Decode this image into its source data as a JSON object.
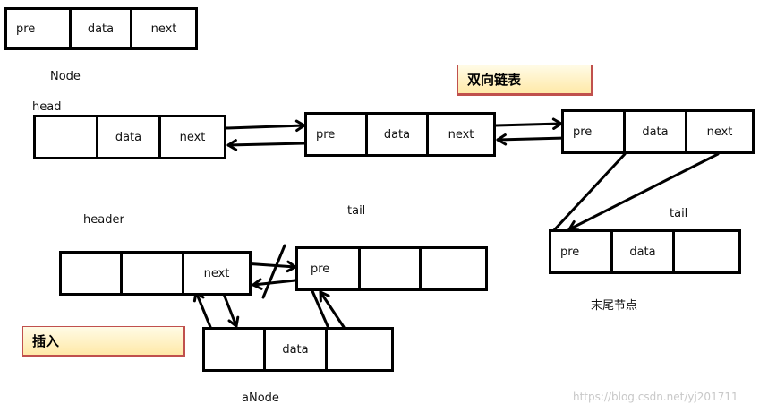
{
  "nodes": {
    "legend": {
      "title": "Node",
      "cells": [
        "pre",
        "data",
        "next"
      ]
    },
    "head": {
      "title": "head",
      "cells": [
        "",
        "data",
        "next"
      ]
    },
    "middle": {
      "cells": [
        "pre",
        "data",
        "next"
      ]
    },
    "right": {
      "cells": [
        "pre",
        "data",
        "next"
      ]
    },
    "last": {
      "cells": [
        "pre",
        "data",
        ""
      ]
    },
    "header": {
      "cells": [
        "",
        "",
        "next"
      ]
    },
    "target": {
      "cells": [
        "pre",
        "",
        ""
      ]
    },
    "anode": {
      "cells": [
        "",
        "data",
        ""
      ]
    }
  },
  "labels": {
    "node": "Node",
    "head": "head",
    "header": "header",
    "tail_mid": "tail",
    "tail_right": "tail",
    "last_node": "末尾节点",
    "anode": "aNode"
  },
  "callouts": {
    "doubly_linked_list": "双向链表",
    "insert": "插入"
  },
  "watermark": "https://blog.csdn.net/yj201711",
  "colors": {
    "line": "#000000",
    "callout_border": "#c0504d",
    "callout_fill": "#ffe9a8"
  }
}
